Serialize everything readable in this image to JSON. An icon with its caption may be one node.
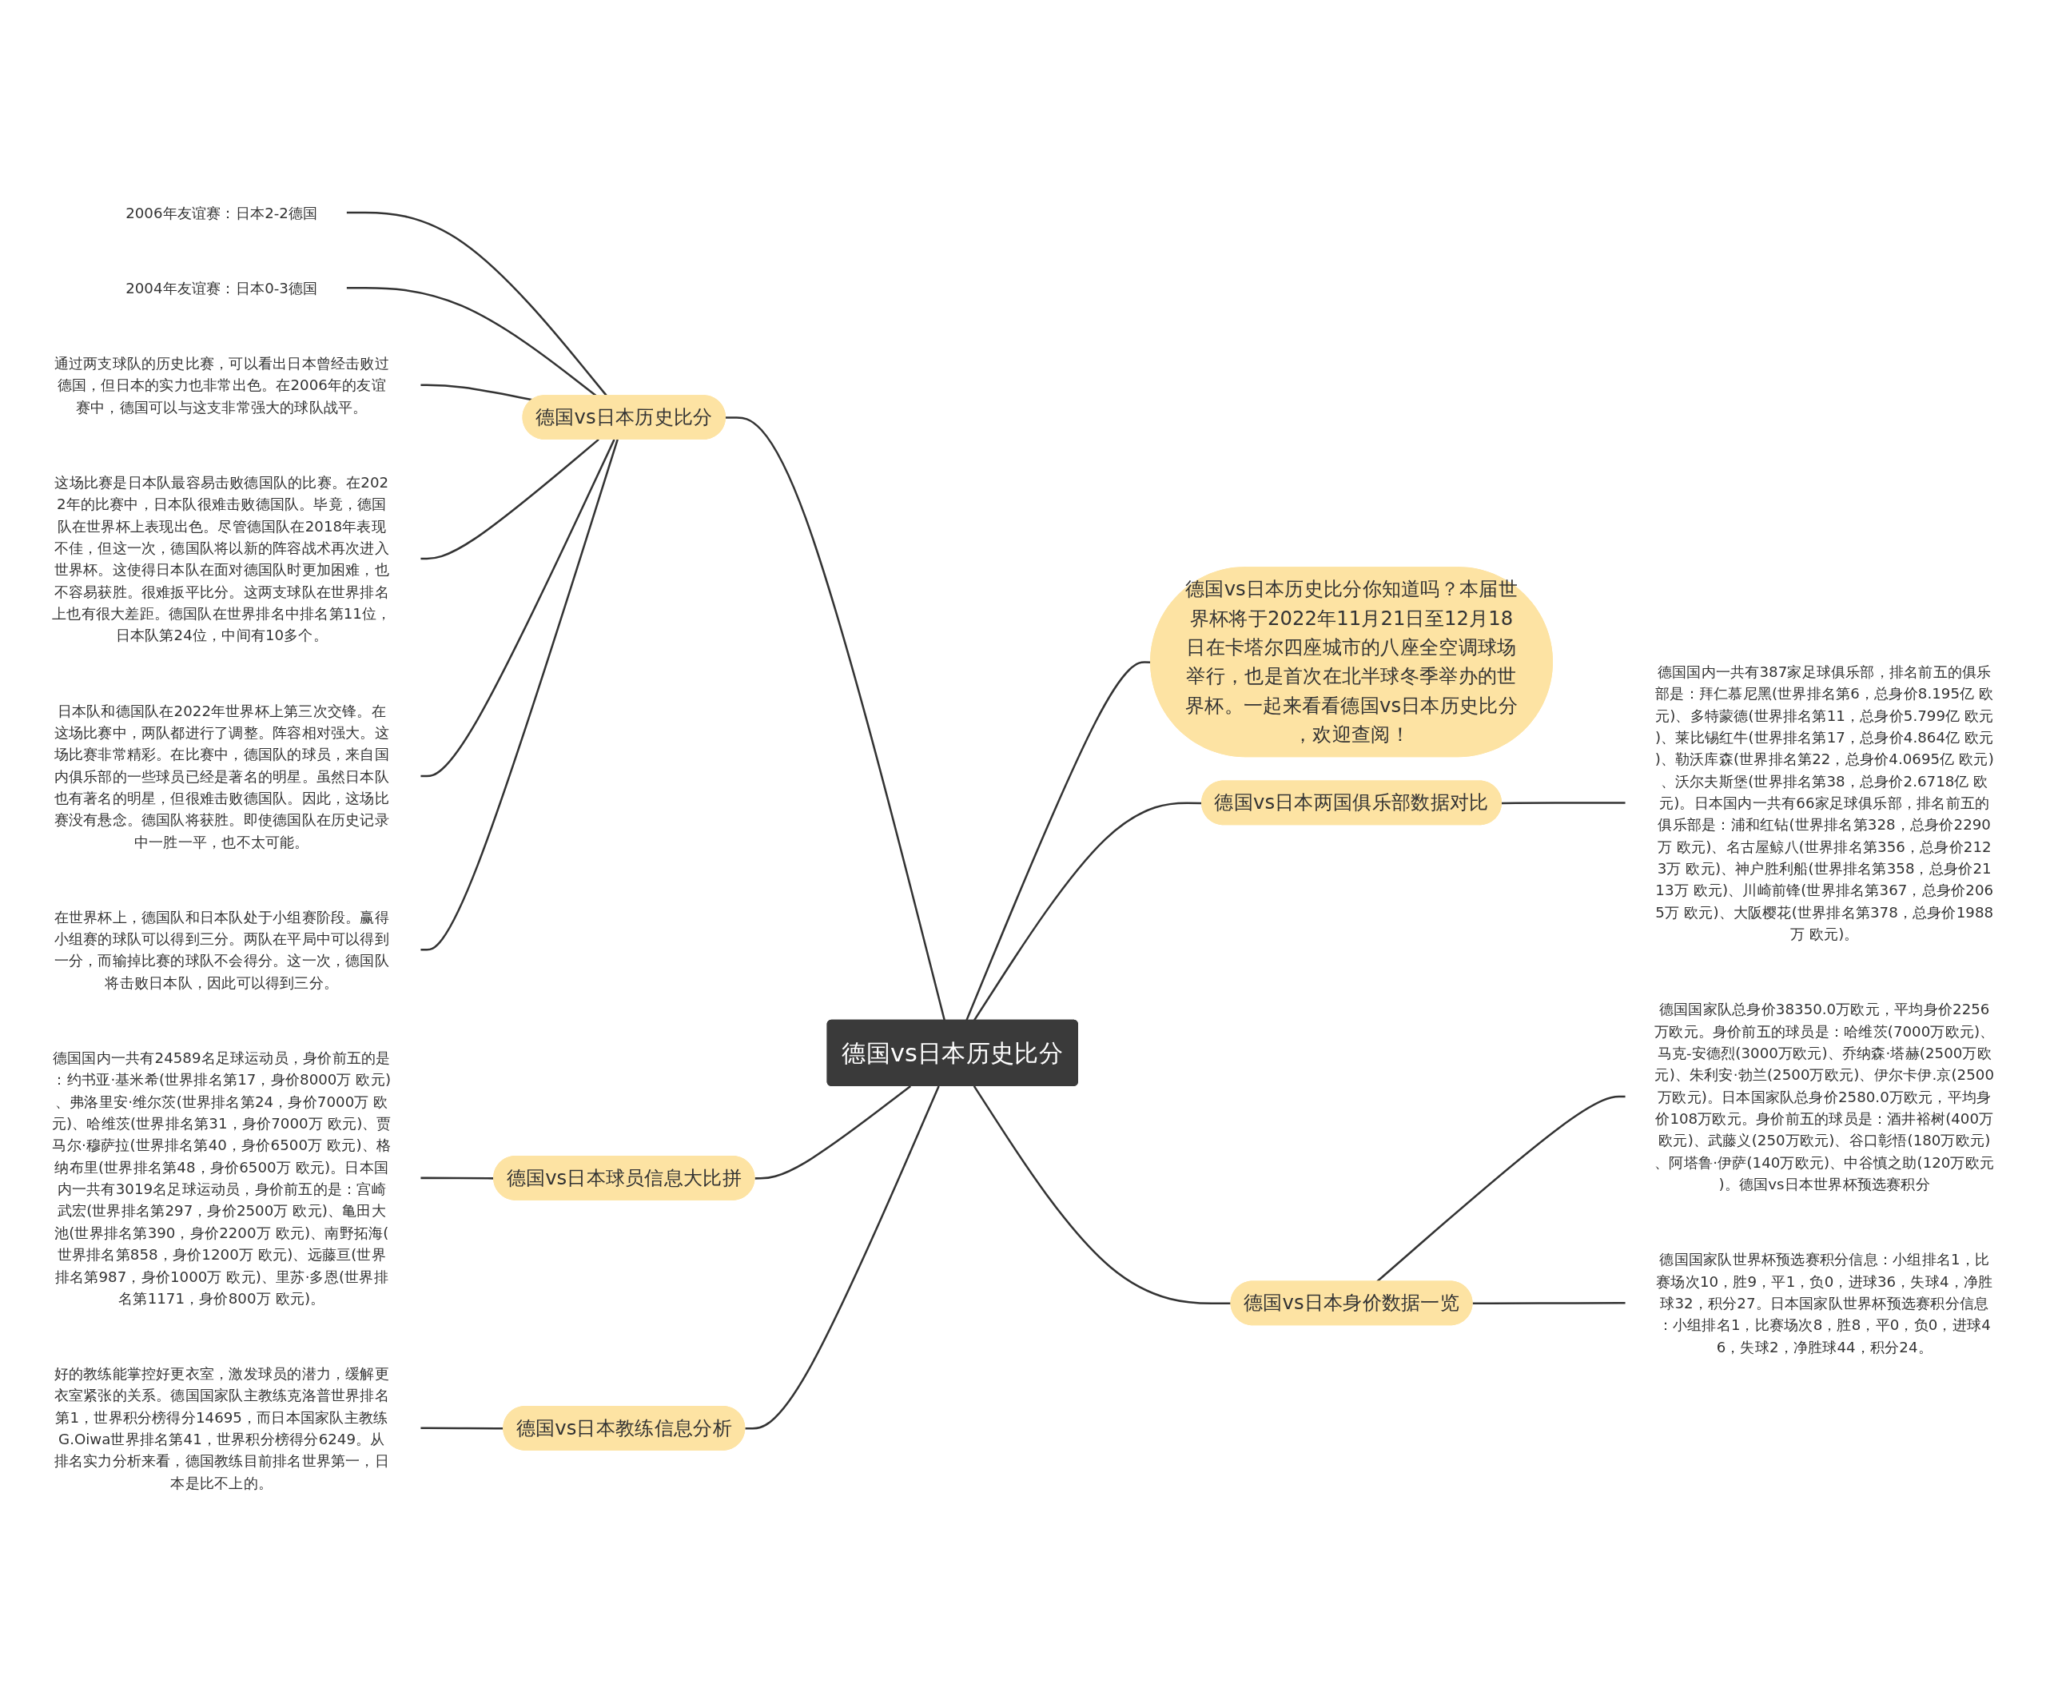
{
  "diagram": {
    "nodes": [
      {
        "text": [
          "德国vs日本历史比分"
        ]
      },
      {
        "text": [
          "德国vs日本历史比分"
        ]
      },
      {
        "text": [
          "2006年友谊赛：日本2-2德国"
        ]
      },
      {
        "text": [
          "2004年友谊赛：日本0-3德国"
        ]
      },
      {
        "text": [
          "通过两支球队的历史比赛，可以看出日本曾经击败过德国，但日本的实力也非常出色。在2006年的友谊赛中，德国可以与这支非常强大的球队战平。"
        ]
      },
      {
        "text": [
          "这场比赛是日本队最容易击败德国队的比赛。在2022年的比赛中，日本队很难击败德国队。毕竟，德国队在世界杯上表现出色。尽管德国队在2018年表现不佳，但这一次，德国队将以新的阵容战术再次进入世界杯。这使得日本队在面对德国队时更加困难，也不容易获胜。很难扳平比分。这两支球队在世界排名上也有很大差距。德国队在世界排名中排名第11位，日本队第24位，中间有10多个。"
        ]
      },
      {
        "text": [
          "日本队和德国队在2022年世界杯上第三次交锋。在这场比赛中，两队都进行了调整。阵容相对强大。这场比赛非常精彩。在比赛中，德国队的球员，来自国内俱乐部的一些球员已经是著名的明星。虽然日本队也有著名的明星，但很难击败德国队。因此，这场比赛没有悬念。德国队将获胜。即使德国队在历史记录中一胜一平，也不太可能。"
        ]
      },
      {
        "text": [
          "在世界杯上，德国队和日本队处于小组赛阶段。赢得小组赛的球队可以得到三分。两队在平局中可以得到一分，而输掉比赛的球队不会得分。这一次，德国队将击败日本队，因此可以得到三分。"
        ]
      },
      {
        "text": [
          "德国vs日本历史比分你知道吗？本届世界杯将于2022年11月21日至12月18日在卡塔尔四座城市的八座全空调球场举行，也是首次在北半球冬季举办的世界杯。一起来看看德国vs日本历史比分，欢迎查阅！"
        ]
      },
      {
        "text": [
          "德国vs日本两国俱乐部数据对比"
        ]
      },
      {
        "text": [
          "德国国内一共有387家足球俱乐部，排名前五的俱乐部是：拜仁慕尼黑(世界排名第6，总身价8.195亿 欧元)、多特蒙德(世界排名第11，总身价5.799亿 欧元)、莱比锡红牛(世界排名第17，总身价4.864亿 欧元)、勒沃库森(世界排名第22，总身价4.0695亿 欧元)、沃尔夫斯堡(世界排名第38，总身价2.6718亿 欧元)。日本国内一共有66家足球俱乐部，排名前五的俱乐部是：浦和红钻(世界排名第328，总身价2290万 欧元)、名古屋鲸八(世界排名第356，总身价2123万 欧元)、神户胜利船(世界排名第358，总身价2113万 欧元)、川崎前锋(世界排名第367，总身价2065万 欧元)、大阪樱花(世界排名第378，总身价1988万 欧元)。"
        ]
      },
      {
        "text": [
          "德国vs日本球员信息大比拼"
        ]
      },
      {
        "text": [
          "德国国内一共有24589名足球运动员，身价前五的是：约书亚·基米希(世界排名第17，身价8000万 欧元)、弗洛里安·维尔茨(世界排名第24，身价7000万 欧元)、哈维茨(世界排名第31，身价7000万 欧元)、贾马尔·穆萨拉(世界排名第40，身价6500万 欧元)、格纳布里(世界排名第48，身价6500万 欧元)。日本国内一共有3019名足球运动员，身价前五的是：宫崎武宏(世界排名第297，身价2500万 欧元)、亀田大池(世界排名第390，身价2200万 欧元)、南野拓海(世界排名第858，身价1200万 欧元)、远藤亘(世界排名第987，身价1000万 欧元)、里苏·多恩(世界排名第1171，身价800万 欧元)。"
        ]
      },
      {
        "text": [
          "德国vs日本身价数据一览"
        ]
      },
      {
        "text": [
          "德国国家队总身价38350.0万欧元，平均身价2256万欧元。身价前五的球员是：哈维茨(7000万欧元)、马克-安德烈(3000万欧元)、乔纳森·塔赫(2500万欧元)、朱利安·勃兰(2500万欧元)、伊尔卡伊.京(2500万欧元)。日本国家队总身价2580.0万欧元，平均身价108万欧元。身价前五的球员是：酒井裕树(400万欧元)、武藤义(250万欧元)、谷口彰悟(180万欧元)、阿塔鲁·伊萨(140万欧元)、中谷慎之助(120万欧元)。德国vs日本世界杯预选赛积分"
        ]
      },
      {
        "text": [
          "德国国家队世界杯预选赛积分信息：小组排名1，比赛场次10，胜9，平1，负0，进球36，失球4，净胜球32，积分27。日本国家队世界杯预选赛积分信息：小组排名1，比赛场次8，胜8，平0，负0，进球46，失球2，净胜球44，积分24。"
        ]
      },
      {
        "text": [
          "德国vs日本教练信息分析"
        ]
      },
      {
        "text": [
          "好的教练能掌控好更衣室，激发球员的潜力，缓解更衣室紧张的关系。德国国家队主教练克洛普世界排名第1，世界积分榜得分14695，而日本国家队主教练G.Oiwa世界排名第41，世界积分榜得分6249。从排名实力分析来看，德国教练目前排名世界第一，日本是比不上的。"
        ]
      }
    ],
    "edges": [
      {
        "from": 1,
        "to": 0,
        "arrow": "none"
      },
      {
        "from": 2,
        "to": 1,
        "arrow": "none"
      },
      {
        "from": 3,
        "to": 1,
        "arrow": "none"
      },
      {
        "from": 4,
        "to": 1,
        "arrow": "none"
      },
      {
        "from": 5,
        "to": 1,
        "arrow": "none"
      },
      {
        "from": 6,
        "to": 1,
        "arrow": "none"
      },
      {
        "from": 7,
        "to": 1,
        "arrow": "none"
      },
      {
        "from": 0,
        "to": 8,
        "arrow": "none"
      },
      {
        "from": 0,
        "to": 9,
        "arrow": "none"
      },
      {
        "from": 9,
        "to": 10,
        "arrow": "none"
      },
      {
        "from": 11,
        "to": 0,
        "arrow": "none"
      },
      {
        "from": 12,
        "to": 11,
        "arrow": "none"
      },
      {
        "from": 0,
        "to": 13,
        "arrow": "none"
      },
      {
        "from": 13,
        "to": 14,
        "arrow": "none"
      },
      {
        "from": 13,
        "to": 15,
        "arrow": "none"
      },
      {
        "from": 16,
        "to": 0,
        "arrow": "none"
      },
      {
        "from": 17,
        "to": 16,
        "arrow": "none"
      }
    ]
  }
}
